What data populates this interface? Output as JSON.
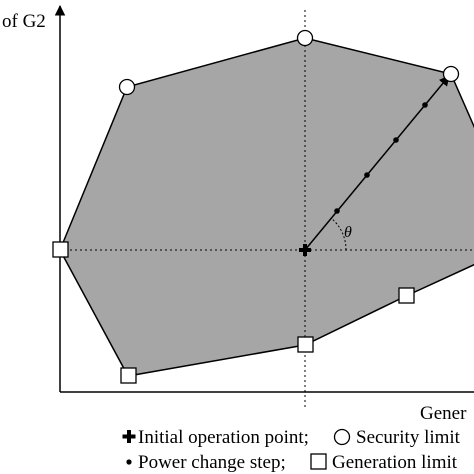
{
  "figure": {
    "y_axis_label": "of G2",
    "x_axis_label": "Gener",
    "angle_label": "θ",
    "legend": {
      "row1_a": "Initial operation point;",
      "row1_b": "Security limit",
      "row2_a": "Power change step;",
      "row2_b": "Generation limit"
    },
    "colors": {
      "region_fill": "#a6a6a6",
      "line": "#000000",
      "marker_fill": "#ffffff"
    }
  }
}
